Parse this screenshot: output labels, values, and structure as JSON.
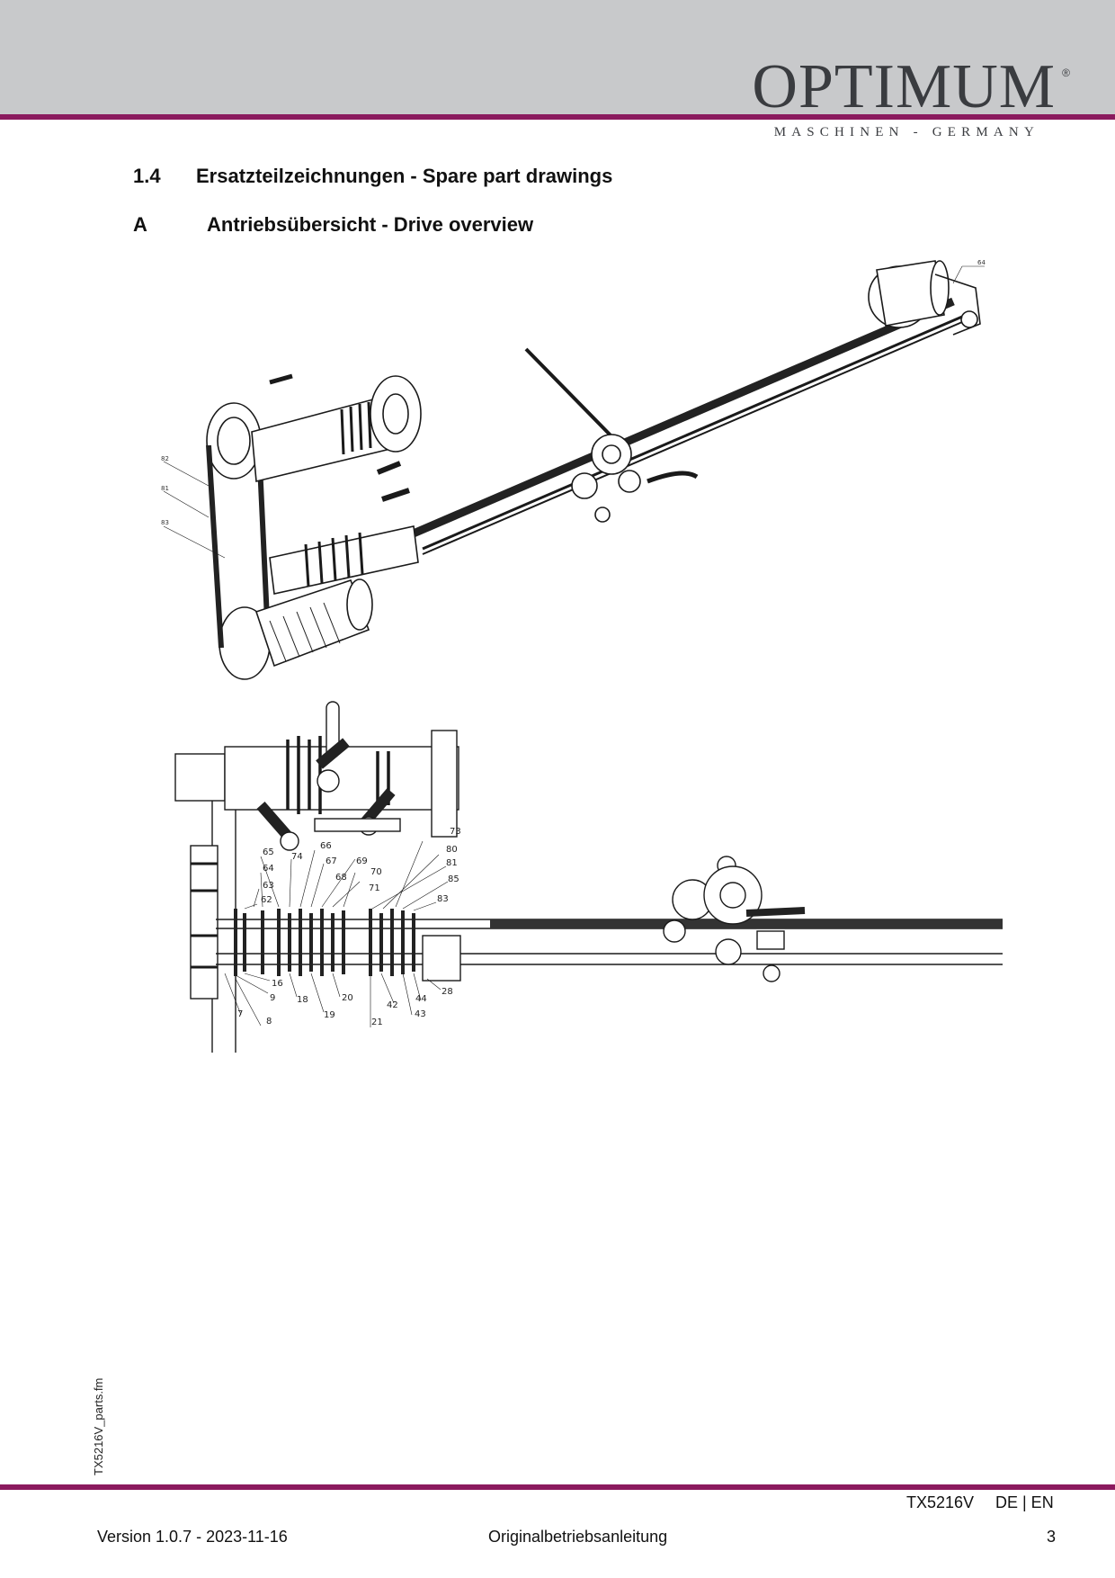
{
  "header": {
    "brand_name": "OPTIMUM",
    "brand_reg": "®",
    "brand_tagline": "MASCHINEN - GERMANY",
    "accent_color": "#8b1a5e",
    "band_color": "#c8c9cb"
  },
  "section": {
    "number": "1.4",
    "title": "Ersatzteilzeichnungen - Spare part drawings"
  },
  "subsection": {
    "letter": "A",
    "title": "Antriebsübersicht - Drive overview"
  },
  "iso_callouts": [
    "64",
    "82",
    "81",
    "83"
  ],
  "plan_callouts": [
    "73",
    "80",
    "81",
    "85",
    "83",
    "65",
    "74",
    "66",
    "67",
    "69",
    "70",
    "71",
    "68",
    "64",
    "63",
    "62",
    "16",
    "9",
    "18",
    "19",
    "20",
    "21",
    "42",
    "44",
    "43",
    "28",
    "7",
    "8"
  ],
  "sidebar": {
    "filename": "TX5216V_parts.fm"
  },
  "footer": {
    "model": "TX5216V",
    "languages": "DE | EN",
    "version": "Version 1.0.7 - 2023-11-16",
    "doc_type": "Originalbetriebsanleitung",
    "page_number": "3"
  }
}
